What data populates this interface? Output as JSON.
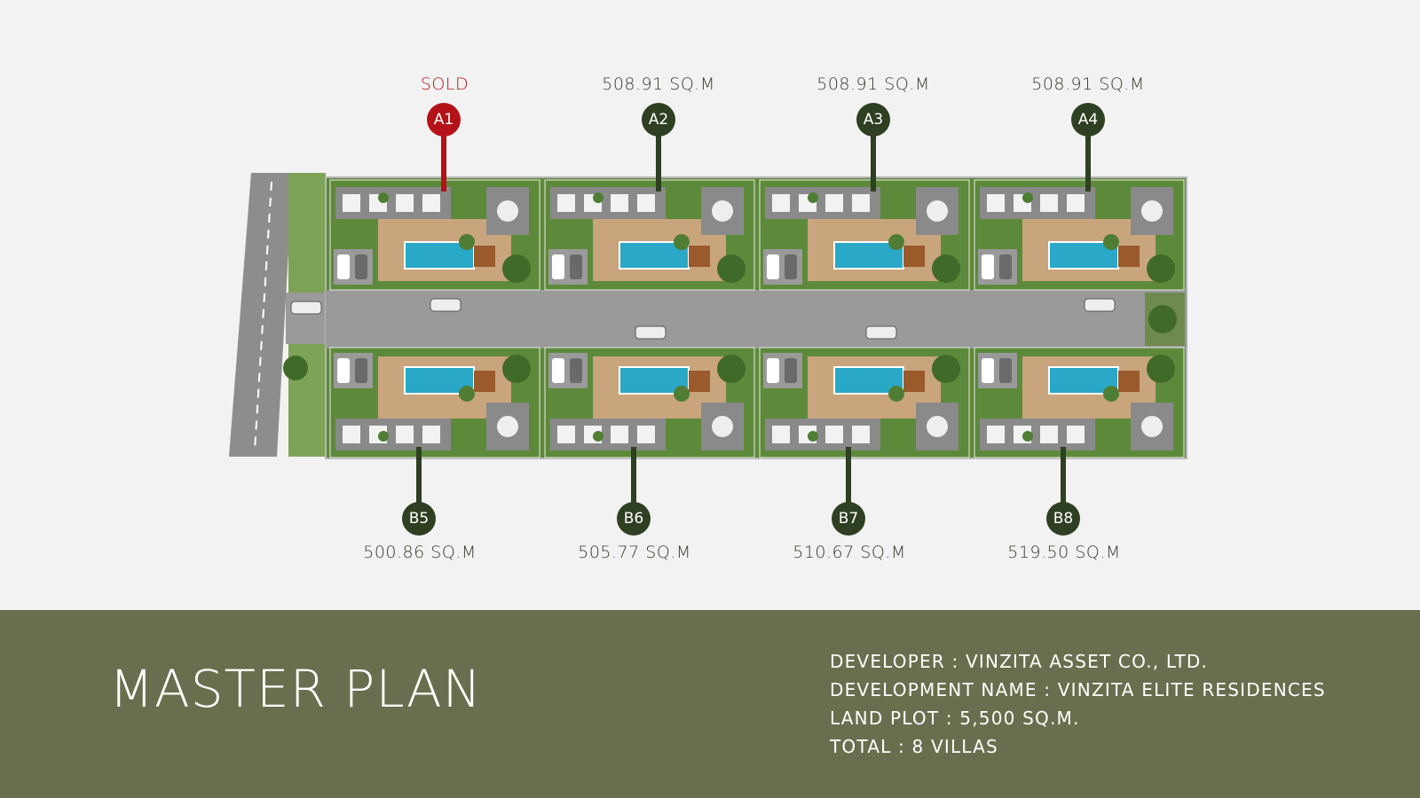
{
  "plots": {
    "A1": {
      "id": "A1",
      "label": "SOLD",
      "status": "sold"
    },
    "A2": {
      "id": "A2",
      "label": "508.91 SQ.M",
      "status": "available"
    },
    "A3": {
      "id": "A3",
      "label": "508.91 SQ.M",
      "status": "available"
    },
    "A4": {
      "id": "A4",
      "label": "508.91 SQ.M",
      "status": "available"
    },
    "B5": {
      "id": "B5",
      "label": "500.86 SQ.M",
      "status": "available"
    },
    "B6": {
      "id": "B6",
      "label": "505.77 SQ.M",
      "status": "available"
    },
    "B7": {
      "id": "B7",
      "label": "510.67 SQ.M",
      "status": "available"
    },
    "B8": {
      "id": "B8",
      "label": "519.50 SQ.M",
      "status": "available"
    }
  },
  "footer": {
    "title": "MASTER PLAN",
    "developer": "DEVELOPER : VINZITA ASSET CO., LTD.",
    "development_name": "DEVELOPMENT NAME : VINZITA ELITE RESIDENCES",
    "land_plot": "LAND PLOT : 5,500 SQ.M.",
    "total": "TOTAL : 8 VILLAS"
  },
  "colors": {
    "sold": "#b41218",
    "marker": "#2f3f22",
    "footer_bg": "#6b6e4e",
    "lawn": "#5d8a3a",
    "pool": "#2aa8c8",
    "road": "#9a9a9a"
  }
}
